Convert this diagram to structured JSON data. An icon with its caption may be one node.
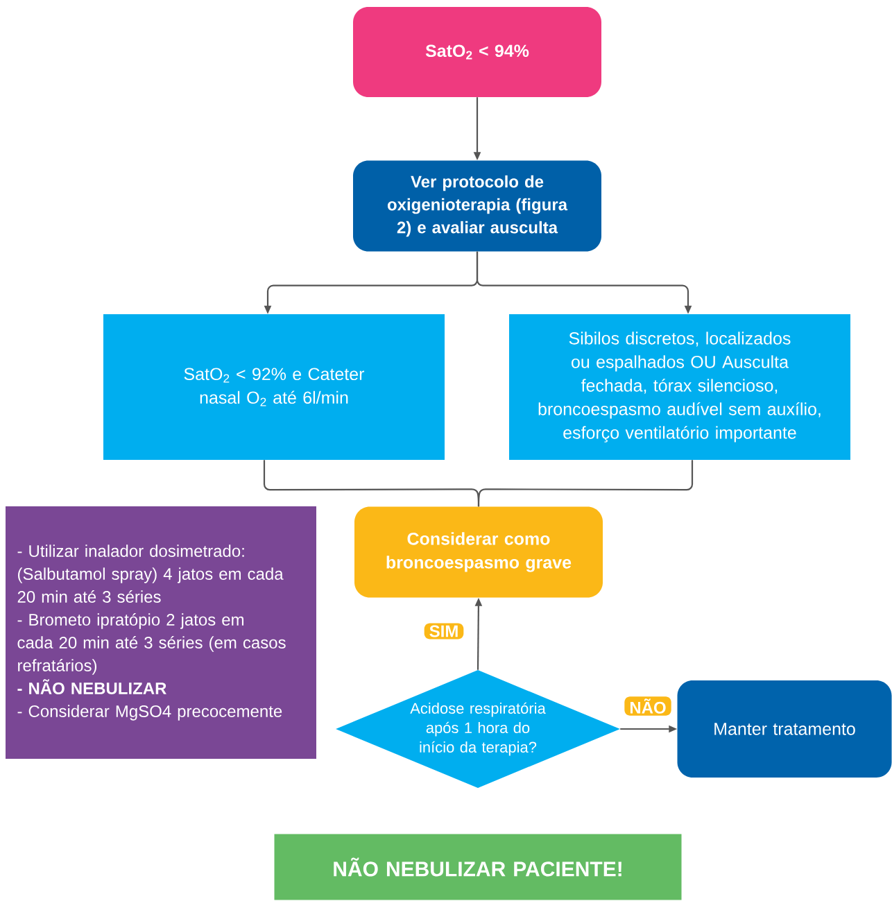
{
  "diagram": {
    "nodes": [
      {
        "text": [
          "SatO$_{2}$ < 94%"
        ]
      },
      {
        "text": [
          "Ver protocolo de oxigenioterapia (figura 2) e avaliar ausculta"
        ]
      },
      {
        "text": [
          "SatO$_{2}$ < 92% e Cateter nasal O$_{2}$ até 6l/min"
        ]
      },
      {
        "text": [
          "Sibilos discretos, localizados ou espalhados OU Ausculta fechada, tórax silencioso, broncoespasmo audível sem auxílio, esforço ventilatório importante"
        ]
      },
      {
        "text": [
          "- Utilizar inalador dosimetrado: (Salbutamol spray) 4 jatos em cada 20 min até 3 séries",
          "- Brometo ipratópio 2 jatos em cada 20 min até 3 séries (em casos refratários)",
          "**- NÃO NEBULIZAR**",
          "- Considerar MgSO4 precocemente"
        ]
      },
      {
        "text": [
          "Considerar como broncoespasmo grave"
        ]
      },
      {
        "text": [
          "Acidose respiratória após 1 hora do início da terapia?"
        ]
      },
      {
        "text": [
          "Manter tratamento"
        ]
      },
      {
        "text": [
          "NÃO NEBULIZAR PACIENTE!"
        ]
      }
    ],
    "edges": [
      {
        "from": 0,
        "to": 1,
        "arrow": "to"
      },
      {
        "from": 1,
        "to": 2,
        "arrow": "to"
      },
      {
        "from": 1,
        "to": 3,
        "arrow": "to"
      },
      {
        "from": 2,
        "to": 5,
        "arrow": "none"
      },
      {
        "from": 3,
        "to": 5,
        "arrow": "none"
      },
      {
        "from": 6,
        "to": 5,
        "arrow": "to",
        "label": "SIM"
      },
      {
        "from": 6,
        "to": 7,
        "arrow": "to",
        "label": "NÃO"
      }
    ]
  }
}
